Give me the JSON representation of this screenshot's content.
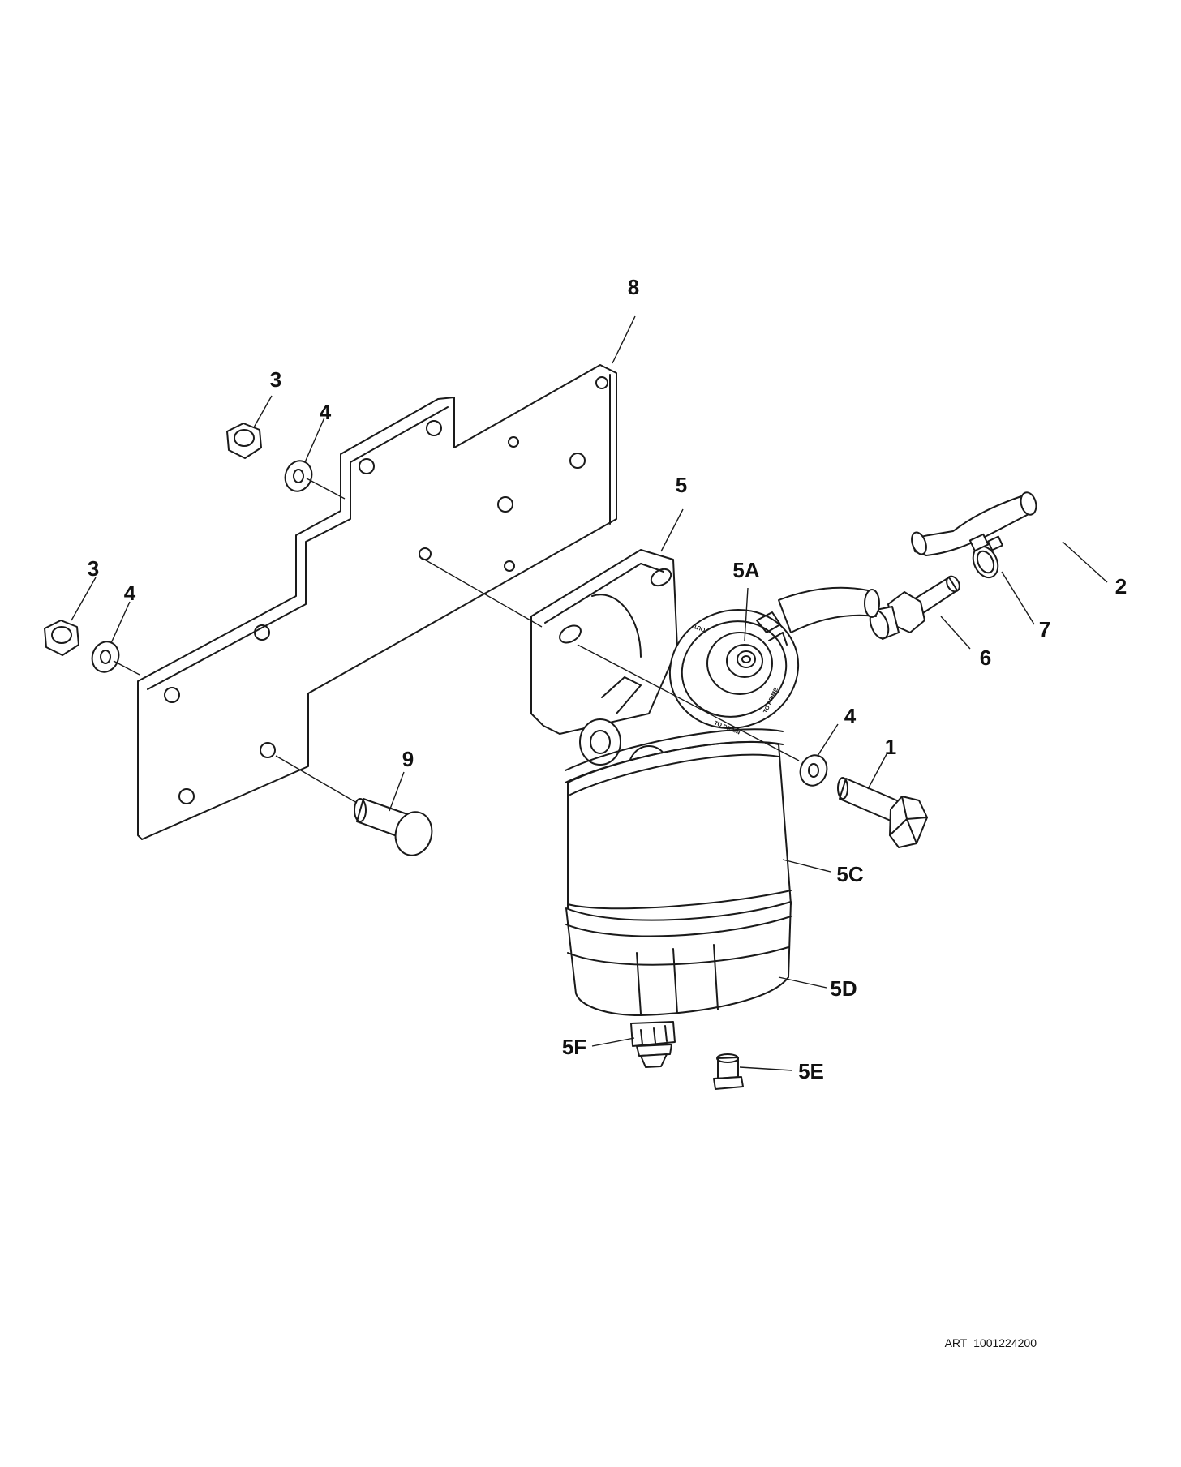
{
  "callouts": {
    "c1": "1",
    "c2": "2",
    "c3a": "3",
    "c3b": "3",
    "c4a": "4",
    "c4b": "4",
    "c4c": "4",
    "c5": "5",
    "c5a": "5A",
    "c5c": "5C",
    "c5d": "5D",
    "c5e": "5E",
    "c5f": "5F",
    "c6": "6",
    "c7": "7",
    "c8": "8",
    "c9": "9"
  },
  "dial_text": {
    "to_drain": "TO DRAIN",
    "to_prime": "TO PRIME",
    "out": "OUT"
  },
  "art_ref": "ART_1001224200"
}
